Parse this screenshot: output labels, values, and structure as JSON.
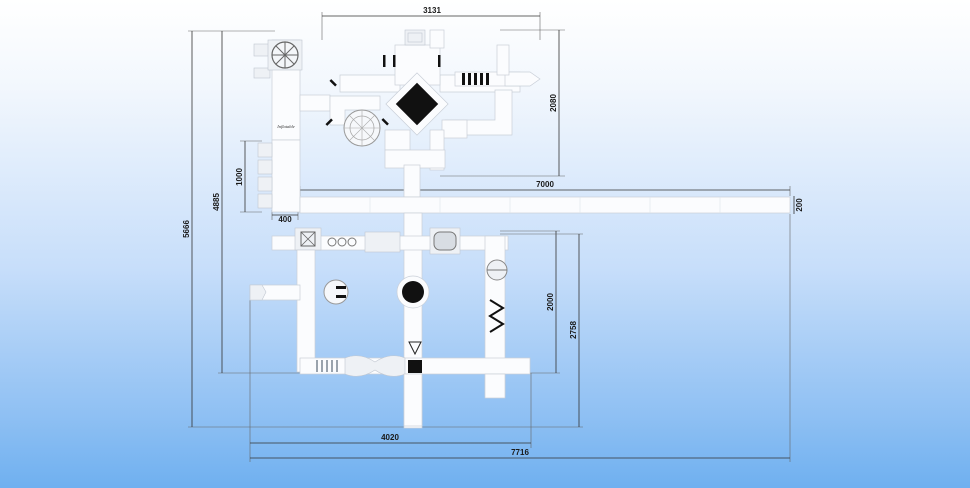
{
  "drawing": {
    "dimensions": {
      "top_width": "3131",
      "right_height_upper": "2080",
      "bridge_length": "7000",
      "bridge_width": "200",
      "left_tower_height": "1000",
      "left_overall_upper": "4885",
      "left_overall": "5666",
      "tower_width": "400",
      "lower_height": "2000",
      "lower_height_ext": "2758",
      "lower_width": "4020",
      "overall_width": "7716"
    },
    "logo_text": "Inflatable",
    "colors": {
      "sky_top": "#ffffff",
      "sky_bottom": "#6fb0f0",
      "structure": "#fbfcfe",
      "outline": "#c9cfd8",
      "accent_dark": "#111111"
    }
  }
}
